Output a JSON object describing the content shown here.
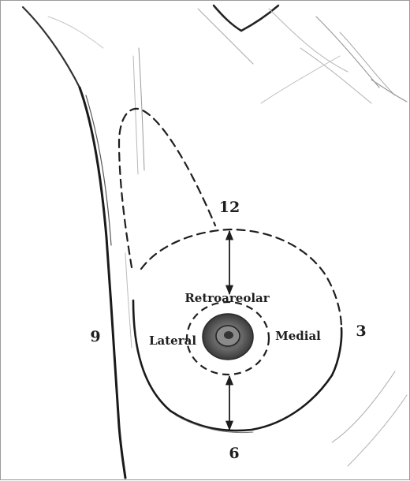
{
  "clock_positions": {
    "twelve": "12",
    "three": "3",
    "six": "6",
    "nine": "9"
  },
  "regions": {
    "retroareolar": "Retroareolar",
    "lateral": "Lateral",
    "medial": "Medial"
  },
  "colors": {
    "ink": "#1e1e1e",
    "sketch_light": "#9c9c9c",
    "areola": "#5a5a5a",
    "background": "#ffffff"
  }
}
